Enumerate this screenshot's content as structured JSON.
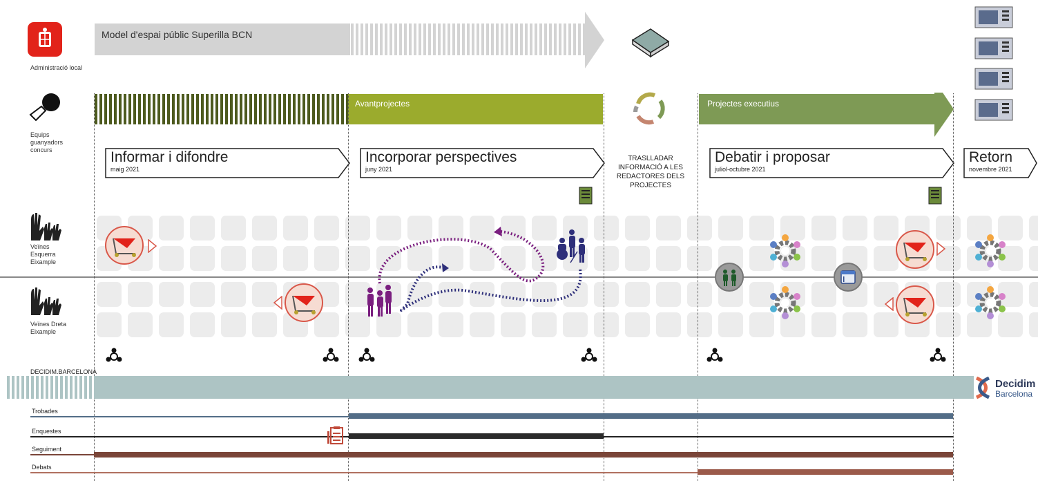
{
  "actors": {
    "admin": "Administració local",
    "equips": "Equips guanyadors concurs",
    "veines_esquerra": "Veïnes Esquerra Eixample",
    "veines_dreta": "Veïnes Dreta Eixample"
  },
  "top_bar": {
    "label": "Model d'espai públic Superilla BCN"
  },
  "bars": {
    "avantprojectes": "Avantprojectes",
    "executius": "Projectes executius"
  },
  "phases": [
    {
      "title": "Informar i difondre",
      "date": "maig 2021"
    },
    {
      "title": "Incorporar perspectives",
      "date": "juny 2021"
    },
    {
      "title": "Debatir i proposar",
      "date": "juliol-octubre 2021"
    },
    {
      "title": "Retorn",
      "date": "novembre 2021"
    }
  ],
  "traslladar": "TRASLLADAR INFORMACIÓ A LES REDACTORES DELS PROJECTES",
  "decidim": {
    "label": "DECIDIM.BARCELONA",
    "logo_line1": "Decidim",
    "logo_line2": "Barcelona"
  },
  "tracks": [
    "Trobades",
    "Enquestes",
    "Seguiment",
    "Debats"
  ],
  "colors": {
    "red": "#e2231a",
    "gray_bar": "#d3d3d3",
    "olive": "#9bab2d",
    "dark_olive": "#4d5a1e",
    "green_exec": "#7e9a55",
    "teal": "#adc4c4",
    "blue_track": "#536d87",
    "brown_track": "#7a4538",
    "purple": "#7a1f7f",
    "navy": "#2e2f7a"
  }
}
